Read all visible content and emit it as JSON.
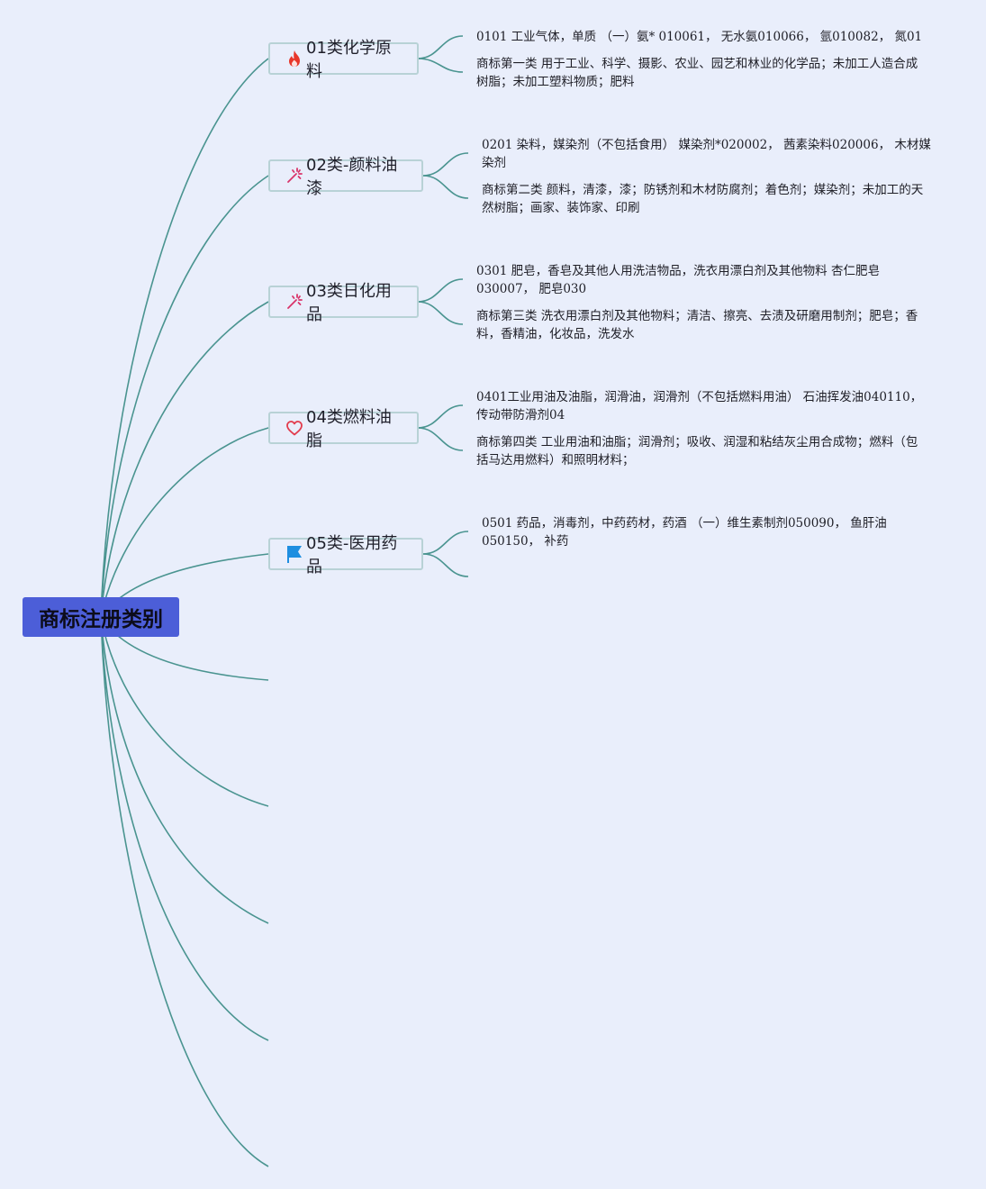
{
  "root": {
    "label": "商标注册类别"
  },
  "topics": [
    {
      "label": "01类化学原料",
      "icon": "fire-icon",
      "notes": [
        "0101 工业气体，单质 （一）氨* 010061， 无水氨010066， 氩010082， 氮01",
        "商标第一类 用于工业、科学、摄影、农业、园艺和林业的化学品；未加工人造合成树脂；未加工塑料物质；肥料"
      ]
    },
    {
      "label": "02类-颜料油漆",
      "icon": "sparkle-icon",
      "notes": [
        "0201 染料，媒染剂（不包括食用） 媒染剂*020002， 茜素染料020006， 木材媒染剂",
        "商标第二类 颜料，清漆，漆；防锈剂和木材防腐剂；着色剂；媒染剂；未加工的天然树脂；画家、装饰家、印刷"
      ]
    },
    {
      "label": "03类日化用品",
      "icon": "sparkle-icon",
      "notes": [
        "0301 肥皂，香皂及其他人用洗洁物品，洗衣用漂白剂及其他物料 杏仁肥皂030007， 肥皂030",
        "商标第三类 洗衣用漂白剂及其他物料；清洁、擦亮、去渍及研磨用制剂；肥皂；香料，香精油，化妆品，洗发水"
      ]
    },
    {
      "label": "04类燃料油脂",
      "icon": "heart-icon",
      "notes": [
        "0401工业用油及油脂，润滑油，润滑剂（不包括燃料用油） 石油挥发油040110，传动带防滑剂04",
        "商标第四类 工业用油和油脂；润滑剂；吸收、润湿和粘结灰尘用合成物；燃料（包括马达用燃料）和照明材料；"
      ]
    },
    {
      "label": "05类-医用药品",
      "icon": "flag-icon",
      "notes": [
        "0501 药品，消毒剂，中药药材，药酒 （一）维生素制剂050090， 鱼肝油050150， 补药"
      ]
    }
  ],
  "colors": {
    "background": "#e9eefb",
    "root_fill": "#4c5ed8",
    "connector": "#4a9490",
    "topic_border": "#b8d2d6",
    "fire": "#e8362a",
    "sparkle": "#d9336a",
    "heart": "#e23b4c",
    "flag": "#1e8ee0"
  }
}
